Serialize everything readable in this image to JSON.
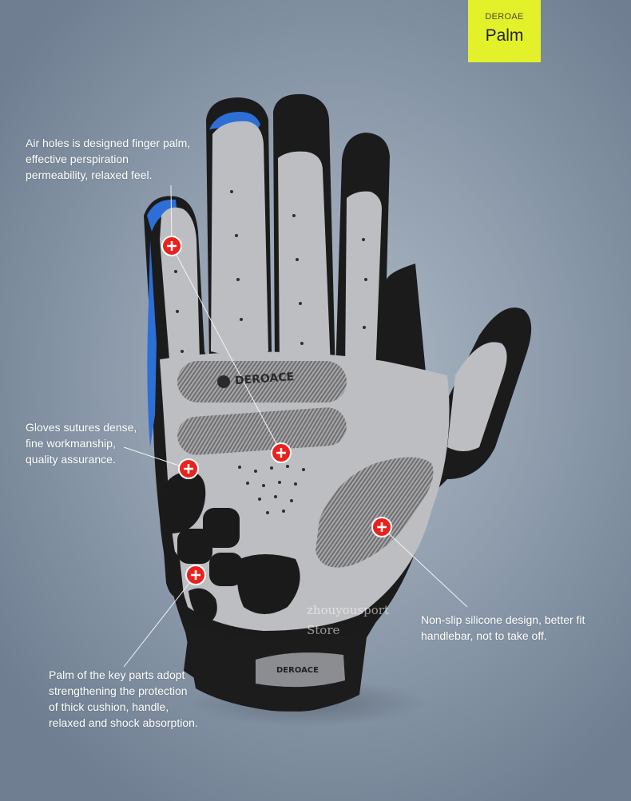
{
  "badge": {
    "brand": "DEROAE",
    "title": "Palm"
  },
  "callouts": {
    "air_holes": [
      "Air holes is designed finger palm,",
      "effective perspiration",
      "permeability, relaxed feel."
    ],
    "sutures": [
      "Gloves sutures dense,",
      "fine workmanship,",
      "quality assurance."
    ],
    "non_slip": [
      "Non-slip silicone design, better fit",
      "handlebar, not to take off."
    ],
    "palm_parts": [
      "Palm of the key parts adopt",
      "strengthening the protection",
      "of thick cushion, handle,",
      "relaxed and shock absorption."
    ]
  },
  "logo_text": {
    "palm": "DEROACE",
    "wrist": "DEROACE"
  },
  "watermark": {
    "line1": "zhouyousport",
    "line2": "Store"
  },
  "colors": {
    "badge": "#e3f12a",
    "marker": "#e8231f",
    "glove_palm": "#b9bbbe",
    "glove_black": "#1a1a1a",
    "accent_blue": "#2d6fd6"
  }
}
